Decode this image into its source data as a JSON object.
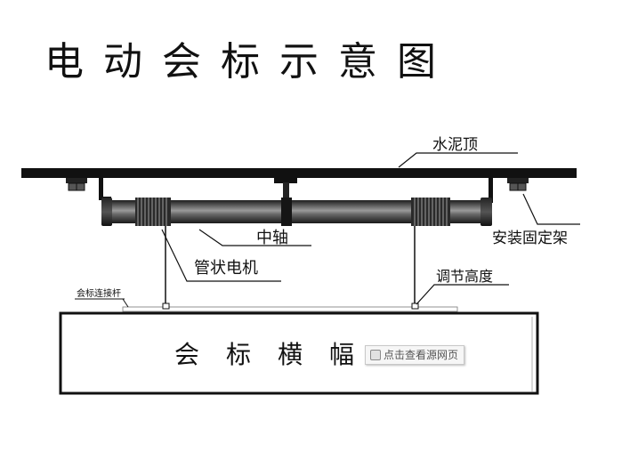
{
  "title": "电动会标示意图",
  "labels": {
    "ceiling": "水泥顶",
    "center_shaft": "中轴",
    "tube_motor": "管状电机",
    "mount_bracket": "安装固定架",
    "adjust_height": "调节高度",
    "connecting_rod": "会标连接杆",
    "banner": "会标横幅"
  },
  "tooltip": {
    "text": "点击查看源网页",
    "icon": "image-icon"
  },
  "colors": {
    "line": "#111111",
    "shaft_dark": "#1e1e1e",
    "shaft_light": "#9a9a9a",
    "background": "#ffffff"
  }
}
